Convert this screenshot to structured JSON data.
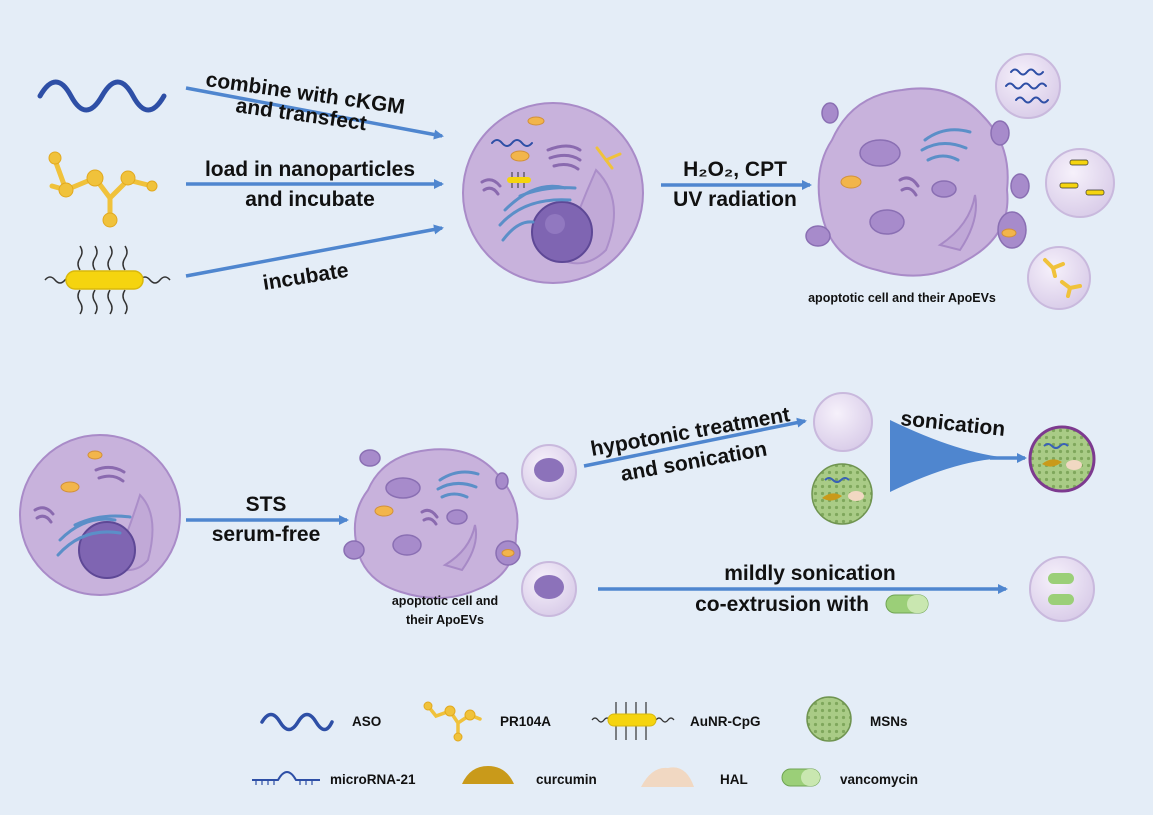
{
  "top_row": {
    "arrow_1_label_line1": "combine with cKGM",
    "arrow_1_label_line2": "and transfect",
    "arrow_2_label_line1": "load in nanoparticles",
    "arrow_2_label_line2": "and incubate",
    "arrow_3_label": "incubate",
    "induction_line1": "H₂O₂, CPT",
    "induction_line2": "UV radiation",
    "result_caption": "apoptotic cell and their ApoEVs"
  },
  "bottom_row": {
    "sts_line1": "STS",
    "sts_line2": "serum-free",
    "caption_line1": "apoptotic cell and",
    "caption_line2": "their ApoEVs",
    "hypotonic_line1": "hypotonic treatment",
    "hypotonic_line2": "and sonication",
    "sonication_label": "sonication",
    "mild_line1": "mildly sonication",
    "mild_line2": "co-extrusion with"
  },
  "legend": {
    "aso": "ASO",
    "pr104a": "PR104A",
    "aunr_cpg": "AuNR-CpG",
    "msns": "MSNs",
    "microrna": "microRNA-21",
    "curcumin": "curcumin",
    "hal": "HAL",
    "vancomycin": "vancomycin"
  },
  "colors": {
    "background": "#e4edf7",
    "arrow": "#4f86cf",
    "cell": "#c8b2dc",
    "nucleus": "#7f65b2",
    "aso": "#2e4fa6",
    "pr104a": "#f0c23b",
    "aunr": "#f5d40f",
    "msns": "#9fc37a",
    "vancomycin": "#9bcf78"
  },
  "icons": [
    "aso-wave-icon",
    "pr104a-molecule-icon",
    "aunr-cpg-icon",
    "msns-sphere-icon",
    "microrna-icon",
    "curcumin-icon",
    "hal-icon",
    "vancomycin-capsule-icon"
  ]
}
